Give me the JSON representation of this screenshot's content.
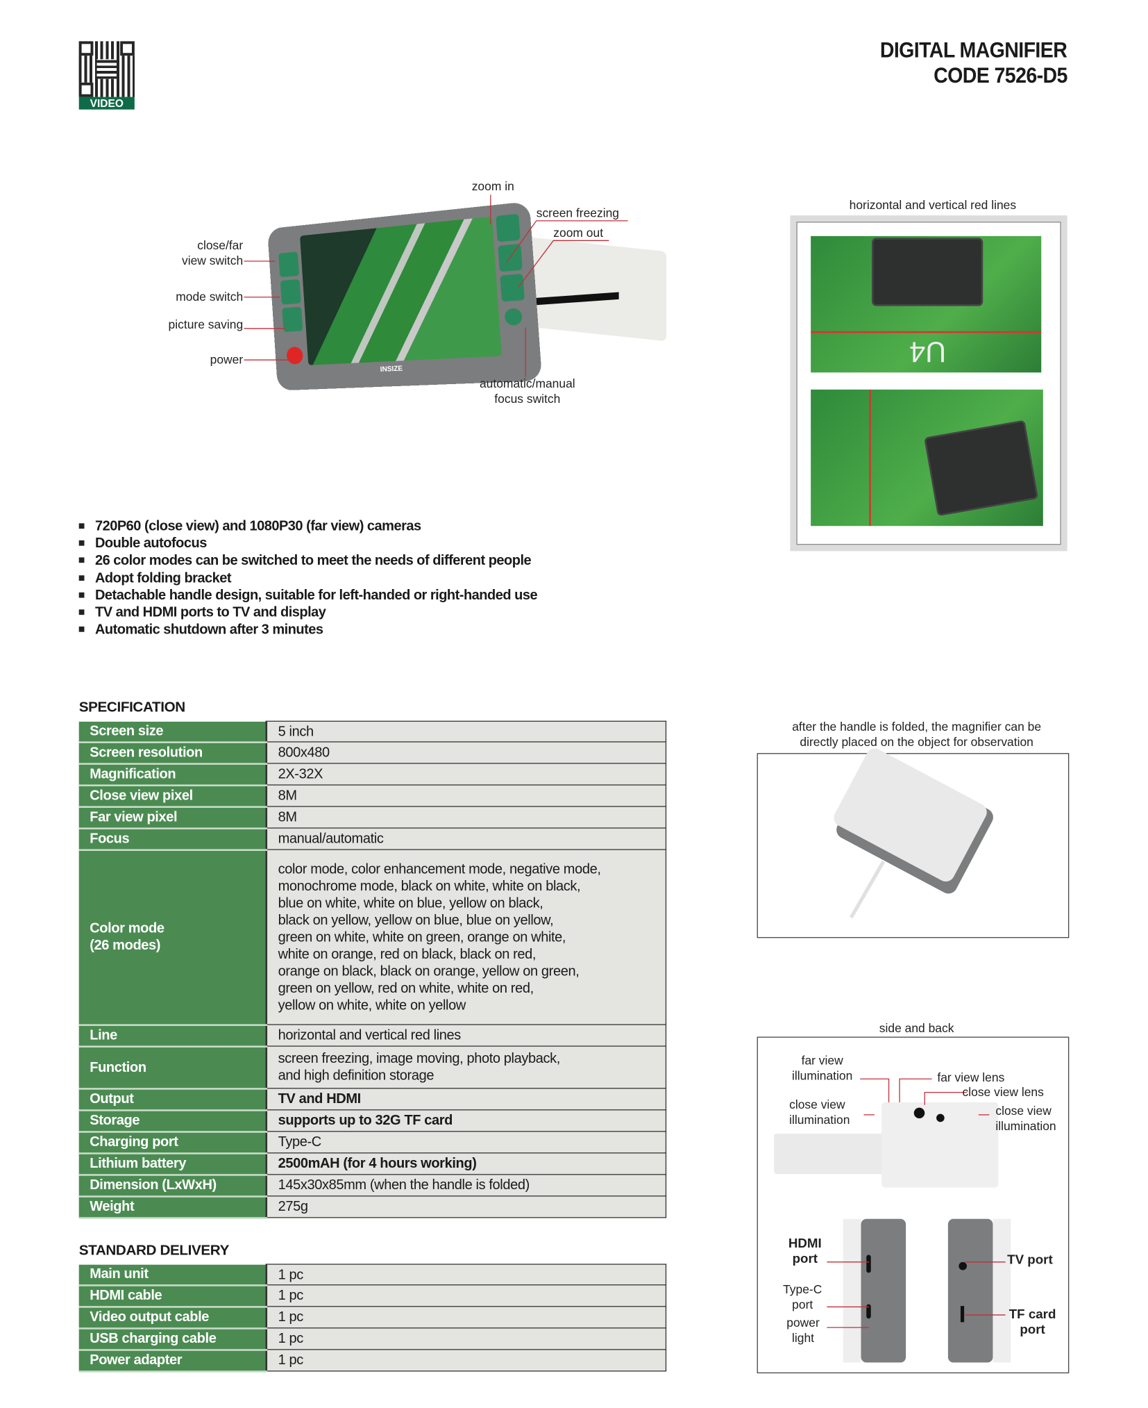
{
  "header": {
    "qr_badge": "VIDEO",
    "title": "DIGITAL MAGNIFIER",
    "code": "CODE 7526-D5"
  },
  "device_labels": {
    "zoom_in": "zoom in",
    "screen_freezing": "screen freezing",
    "zoom_out": "zoom out",
    "close_far_1": "close/far",
    "close_far_2": "view switch",
    "mode_switch": "mode switch",
    "picture_saving": "picture saving",
    "power": "power",
    "auto_1": "automatic/manual",
    "auto_2": "focus switch",
    "brand": "INSIZE"
  },
  "red_lines_caption": "horizontal and vertical red lines",
  "pcb_marking": "U4",
  "features": [
    "720P60 (close view) and 1080P30 (far view) cameras",
    "Double autofocus",
    "26 color modes can be switched to meet the needs of different people",
    "Adopt folding bracket",
    "Detachable handle design, suitable for left-handed or right-handed use",
    "TV and HDMI ports to TV and display",
    "Automatic shutdown after 3 minutes"
  ],
  "specification": {
    "heading": "SPECIFICATION",
    "rows": [
      {
        "label": "Screen size",
        "value": "5 inch"
      },
      {
        "label": "Screen resolution",
        "value": "800x480"
      },
      {
        "label": "Magnification",
        "value": "2X-32X"
      },
      {
        "label": "Close view pixel",
        "value": "8M"
      },
      {
        "label": "Far view pixel",
        "value": "8M"
      },
      {
        "label": "Focus",
        "value": "manual/automatic"
      },
      {
        "label": "Color mode\n(26 modes)",
        "value": "color mode, color enhancement mode, negative mode,\nmonochrome mode, black on white, white on black,\nblue on white, white on blue, yellow on black,\nblack on yellow, yellow on blue, blue on yellow,\ngreen on white, white on green, orange on white,\nwhite on orange, red on black, black on red,\norange on black, black on orange, yellow on green,\ngreen on yellow, red on white, white on red,\nyellow on white, white on yellow"
      },
      {
        "label": "Line",
        "value": "horizontal and vertical red lines"
      },
      {
        "label": "Function",
        "value": "screen freezing, image moving, photo playback,\nand high definition storage"
      },
      {
        "label": "Output",
        "value": "TV and HDMI",
        "bold": true
      },
      {
        "label": "Storage",
        "value": "supports up to 32G TF card",
        "bold": true
      },
      {
        "label": "Charging port",
        "value": "Type-C"
      },
      {
        "label": "Lithium battery",
        "value": "2500mAH (for 4 hours working)",
        "bold": true
      },
      {
        "label": "Dimension (LxWxH)",
        "value": "145x30x85mm (when the handle is folded)"
      },
      {
        "label": "Weight",
        "value": "275g"
      }
    ]
  },
  "delivery": {
    "heading": "STANDARD DELIVERY",
    "rows": [
      {
        "label": "Main unit",
        "value": "1 pc"
      },
      {
        "label": "HDMI cable",
        "value": "1 pc"
      },
      {
        "label": "Video output cable",
        "value": "1 pc"
      },
      {
        "label": "USB charging cable",
        "value": "1 pc"
      },
      {
        "label": "Power adapter",
        "value": "1 pc"
      }
    ]
  },
  "folded_caption_1": "after the handle is folded, the magnifier can be",
  "folded_caption_2": "directly placed on the object for observation",
  "side_back": {
    "caption": "side and back",
    "far_illum_1": "far view",
    "far_illum_2": "illumination",
    "far_lens": "far view lens",
    "close_lens": "close view lens",
    "close_illum_l1": "close view",
    "close_illum_l2": "illumination",
    "close_illum_r1": "close view",
    "close_illum_r2": "illumination",
    "hdmi_1": "HDMI",
    "hdmi_2": "port",
    "typec_1": "Type-C",
    "typec_2": "port",
    "power_1": "power",
    "power_2": "light",
    "tv": "TV port",
    "tf_1": "TF card",
    "tf_2": "port"
  },
  "colors": {
    "green": "#4b8b52",
    "cell": "#e4e4e1",
    "red": "#e03030"
  }
}
